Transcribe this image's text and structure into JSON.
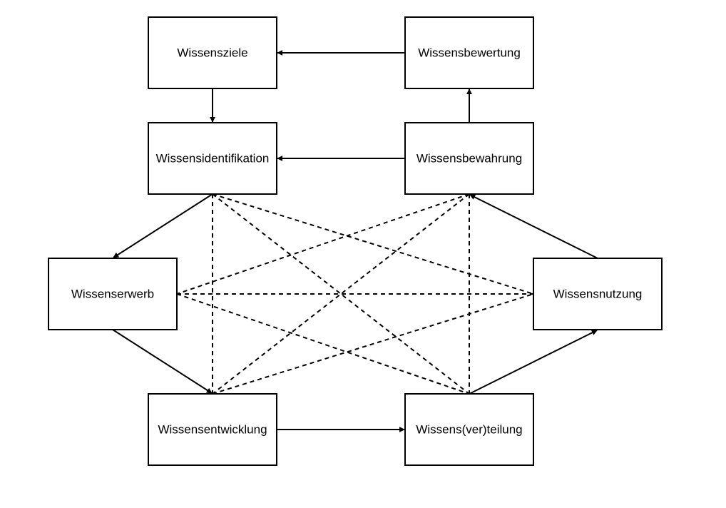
{
  "nodes": {
    "ziele": {
      "label": "Wissensziele"
    },
    "bewertung": {
      "label": "Wissensbewertung"
    },
    "identifikation": {
      "label": "Wissensidentifikation"
    },
    "bewahrung": {
      "label": "Wissensbewahrung"
    },
    "erwerb": {
      "label": "Wissenserwerb"
    },
    "nutzung": {
      "label": "Wissensnutzung"
    },
    "entwicklung": {
      "label": "Wissensentwicklung"
    },
    "verteilung": {
      "label": "Wissens(ver)teilung"
    }
  },
  "edges": [
    {
      "from": "bewertung",
      "to": "ziele",
      "style": "solid",
      "arrow": true
    },
    {
      "from": "ziele",
      "to": "identifikation",
      "style": "solid",
      "arrow": true
    },
    {
      "from": "bewahrung",
      "to": "identifikation",
      "style": "solid",
      "arrow": true
    },
    {
      "from": "bewahrung",
      "to": "bewertung",
      "style": "solid",
      "arrow": true
    },
    {
      "from": "identifikation",
      "to": "erwerb",
      "style": "solid",
      "arrow": true
    },
    {
      "from": "nutzung",
      "to": "bewahrung",
      "style": "solid",
      "arrow": true
    },
    {
      "from": "erwerb",
      "to": "entwicklung",
      "style": "solid",
      "arrow": true
    },
    {
      "from": "entwicklung",
      "to": "verteilung",
      "style": "solid",
      "arrow": true
    },
    {
      "from": "verteilung",
      "to": "nutzung",
      "style": "solid",
      "arrow": true
    },
    {
      "from": "identifikation",
      "to": "entwicklung",
      "style": "dashed",
      "arrow": false
    },
    {
      "from": "identifikation",
      "to": "verteilung",
      "style": "dashed",
      "arrow": false
    },
    {
      "from": "identifikation",
      "to": "nutzung",
      "style": "dashed",
      "arrow": false
    },
    {
      "from": "bewahrung",
      "to": "erwerb",
      "style": "dashed",
      "arrow": false
    },
    {
      "from": "bewahrung",
      "to": "entwicklung",
      "style": "dashed",
      "arrow": false
    },
    {
      "from": "bewahrung",
      "to": "verteilung",
      "style": "dashed",
      "arrow": false
    },
    {
      "from": "erwerb",
      "to": "nutzung",
      "style": "dashed",
      "arrow": false
    },
    {
      "from": "erwerb",
      "to": "verteilung",
      "style": "dashed",
      "arrow": false
    },
    {
      "from": "entwicklung",
      "to": "nutzung",
      "style": "dashed",
      "arrow": false
    }
  ]
}
